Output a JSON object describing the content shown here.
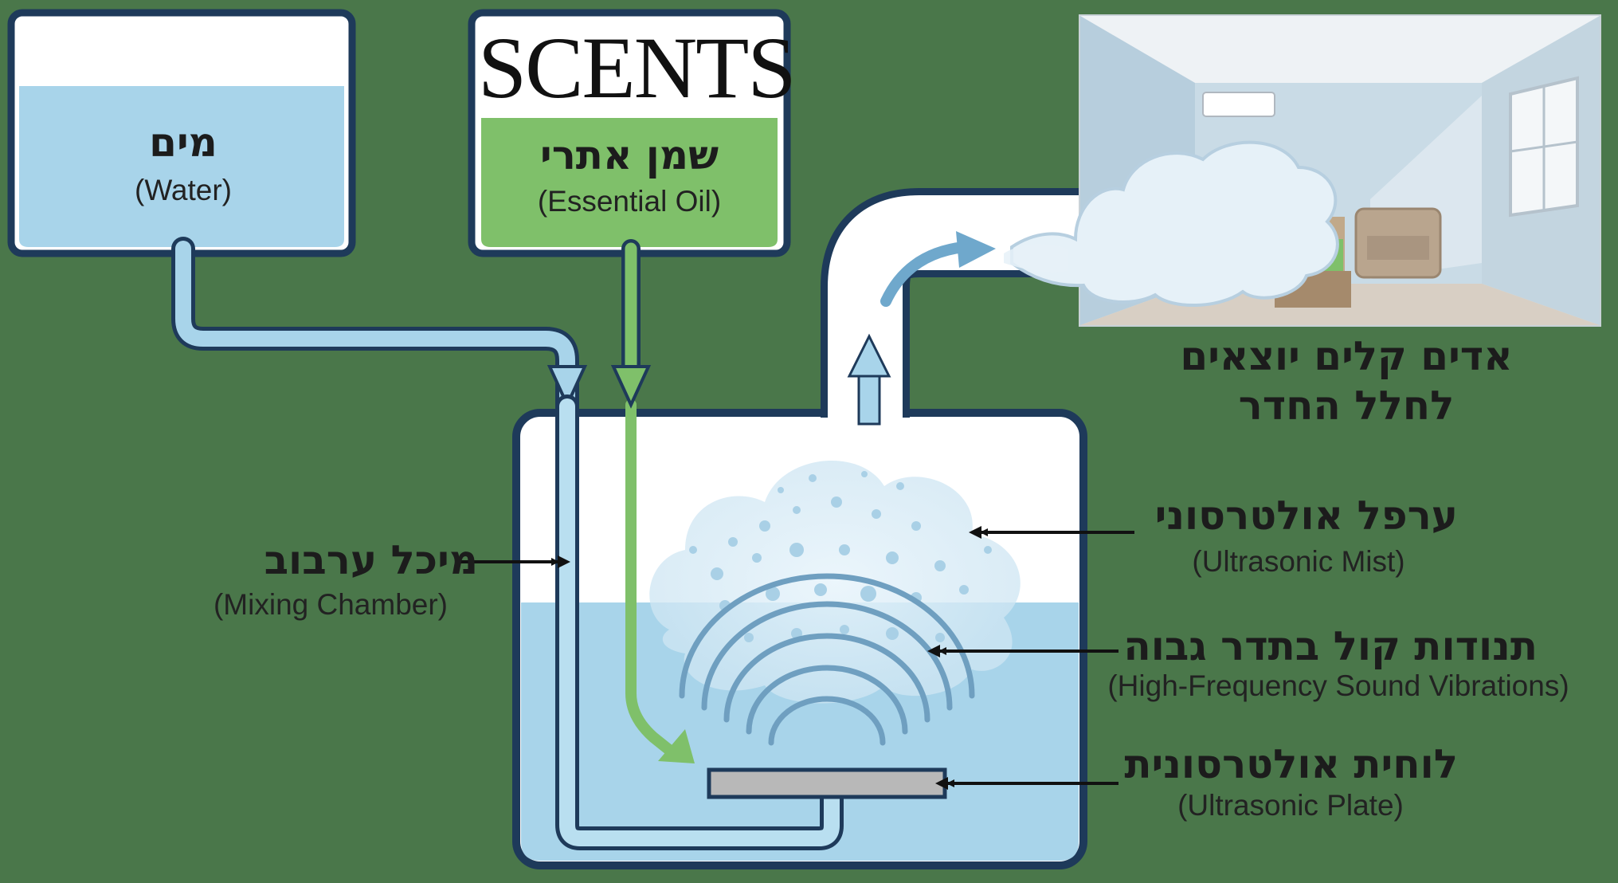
{
  "brand": "SCENTS",
  "water_tank": {
    "he": "מים",
    "en": "(Water)"
  },
  "oil_tank": {
    "he": "שמן אתרי",
    "en": "(Essential Oil)"
  },
  "room": {
    "he_line1": "אדים קלים יוצאים",
    "he_line2": "לחלל החדר"
  },
  "mixing_chamber": {
    "he": "מיכל ערבוב",
    "en": "(Mixing Chamber)"
  },
  "mist": {
    "he": "ערפל אולטרסוני",
    "en": "(Ultrasonic Mist)"
  },
  "vibrations": {
    "he": "תנודות קול בתדר גבוה",
    "en": "(High-Frequency Sound Vibrations)"
  },
  "plate": {
    "he": "לוחית אולטרסונית",
    "en": "(Ultrasonic Plate)"
  },
  "colors": {
    "background": "#4a774a",
    "water": "#a8d4ea",
    "oil": "#7fc06a",
    "pipe_outline": "#1e3a5a"
  }
}
